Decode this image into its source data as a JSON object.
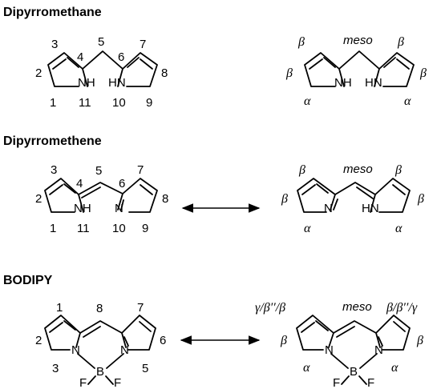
{
  "sections": {
    "dipyrromethane": {
      "title": "Dipyrromethane"
    },
    "dipyrromethene": {
      "title": "Dipyrromethene"
    },
    "bodipy": {
      "title": "BODIPY"
    }
  },
  "atoms": {
    "nh": "NH",
    "hn": "HN",
    "n": "N",
    "b": "B",
    "f": "F"
  },
  "numbers": {
    "dpm": [
      "3",
      "5",
      "7",
      "2",
      "4",
      "6",
      "8",
      "1",
      "11",
      "10",
      "9"
    ],
    "dpe": [
      "3",
      "5",
      "7",
      "2",
      "4",
      "6",
      "8",
      "1",
      "11",
      "10",
      "9"
    ],
    "bodipy": [
      "1",
      "8",
      "7",
      "2",
      "6",
      "3",
      "5"
    ]
  },
  "positions": {
    "alpha": "α",
    "beta": "β",
    "meso": "meso",
    "gamma_label": "γ/β′′/β",
    "beta_label": "β/β′′/γ"
  },
  "arrows": [
    "double-headed-arrow",
    "double-headed-arrow"
  ]
}
